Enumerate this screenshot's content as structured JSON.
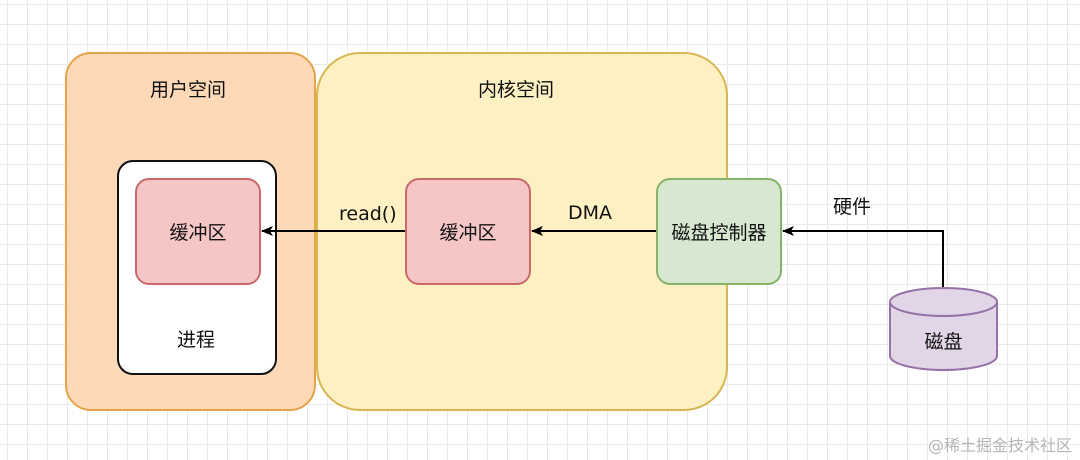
{
  "containers": {
    "user_space": {
      "title": "用户空间"
    },
    "kernel_space": {
      "title": "内核空间"
    },
    "process": {
      "label": "进程"
    }
  },
  "nodes": {
    "user_buffer": "缓冲区",
    "kernel_buffer": "缓冲区",
    "disk_controller": "磁盘控制器",
    "disk": "磁盘"
  },
  "edges": {
    "read": "read()",
    "dma": "DMA",
    "hardware": "硬件"
  },
  "colors": {
    "user_space_fill": "#fdd9b8",
    "kernel_space_fill": "#fdf0c2",
    "buffer_fill": "#f5c6c5",
    "controller_fill": "#d6e8cf",
    "disk_fill": "#e1d5e7",
    "disk_stroke": "#9673a6"
  },
  "watermark": "@稀土掘金技术社区"
}
